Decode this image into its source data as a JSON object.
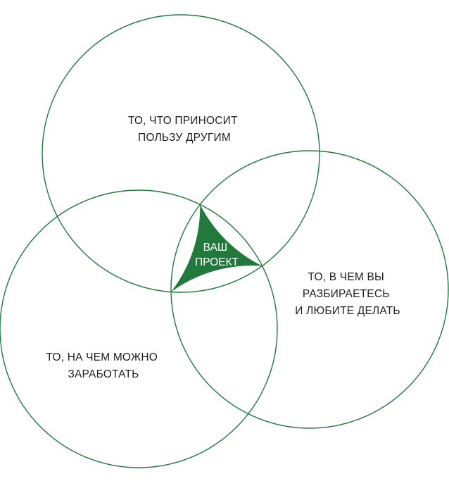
{
  "colors": {
    "accent": "#217a3c",
    "text": "#1f1f1f",
    "center_text": "#ffffff",
    "background": "#ffffff"
  },
  "circles": {
    "top": {
      "lines": [
        "ТО, ЧТО ПРИНОСИТ",
        "ПОЛЬЗУ ДРУГИМ"
      ]
    },
    "right": {
      "lines": [
        "ТО, В ЧЕМ ВЫ",
        "РАЗБИРАЕТЕСЬ",
        "И ЛЮБИТЕ ДЕЛАТЬ"
      ]
    },
    "left": {
      "lines": [
        "ТО, НА ЧЕМ МОЖНО",
        "ЗАРАБОТАТЬ"
      ]
    }
  },
  "center": {
    "lines": [
      "ВАШ",
      "ПРОЕКТ"
    ]
  }
}
